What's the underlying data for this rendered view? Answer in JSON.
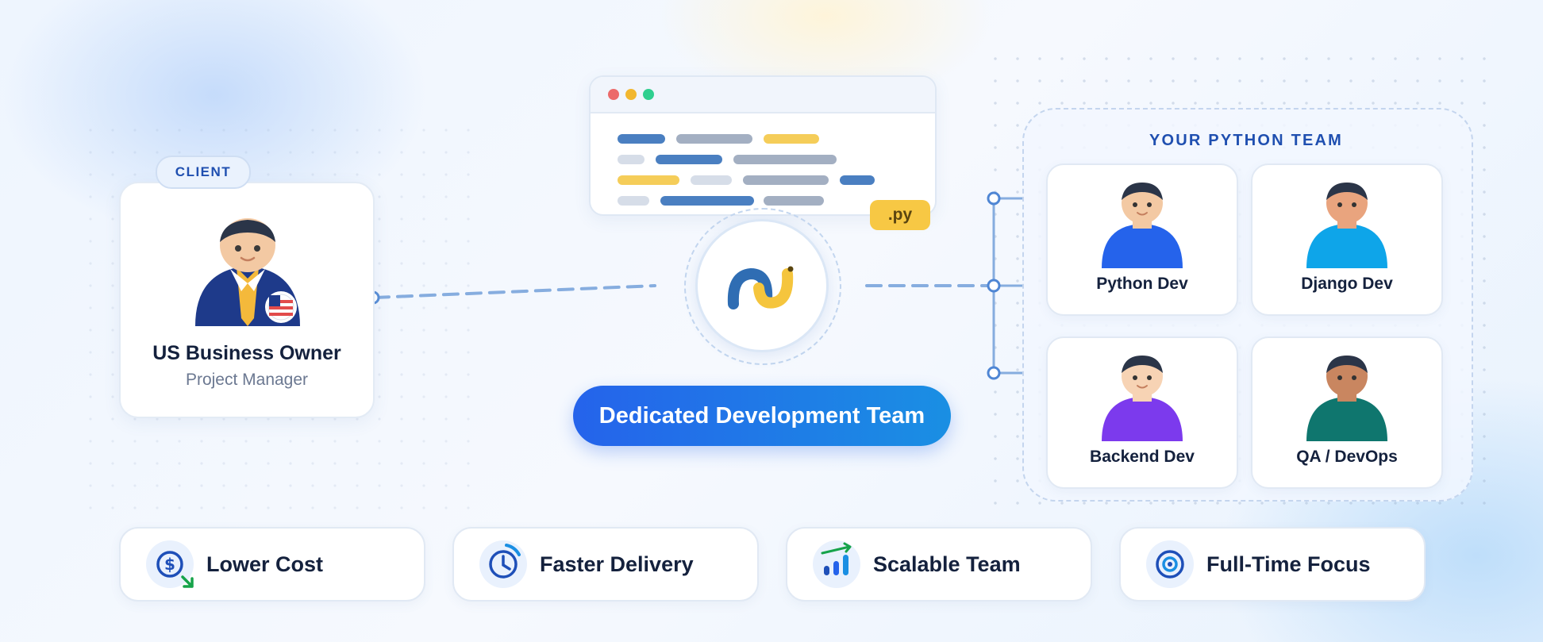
{
  "client": {
    "badge": "CLIENT",
    "name": "US Business Owner",
    "role": "Project Manager"
  },
  "code_window": {
    "badge": ".py"
  },
  "center": {
    "label": "Dedicated Development Team"
  },
  "team": {
    "title": "YOUR PYTHON TEAM",
    "members": [
      {
        "name": "Python Dev",
        "shirt_color": "#2563eb",
        "skin_color": "#f3c9a3"
      },
      {
        "name": "Django Dev",
        "shirt_color": "#0ea5e9",
        "skin_color": "#e9a47e"
      },
      {
        "name": "Backend Dev",
        "shirt_color": "#7c3aed",
        "skin_color": "#f7d3b4"
      },
      {
        "name": "QA / DevOps",
        "shirt_color": "#0f766e",
        "skin_color": "#c98660"
      }
    ]
  },
  "benefits": [
    {
      "label": "Lower Cost",
      "icon": "dollar-down-icon"
    },
    {
      "label": "Faster Delivery",
      "icon": "clock-icon"
    },
    {
      "label": "Scalable Team",
      "icon": "growth-bars-icon"
    },
    {
      "label": "Full-Time Focus",
      "icon": "target-icon"
    }
  ],
  "colors": {
    "brand_blue": "#2563eb",
    "accent_yellow": "#f7c844",
    "dark_text": "#14213d",
    "muted_text": "#6b7891"
  }
}
